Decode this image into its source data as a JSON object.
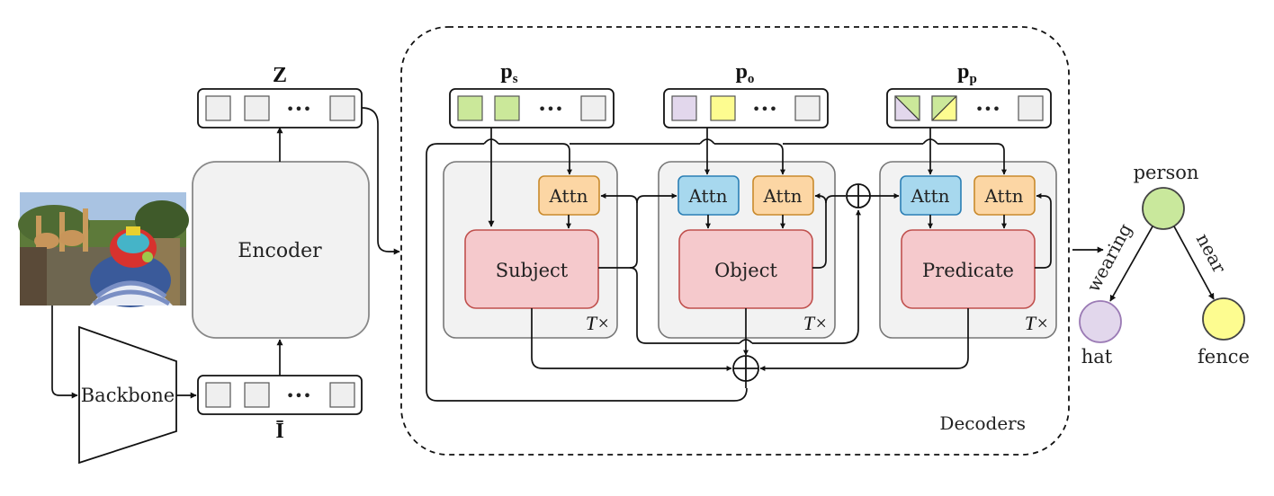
{
  "diagram": {
    "z_label": "Z",
    "i_bar_label": "Ī",
    "encoder_label": "Encoder",
    "backbone_label": "Backbone",
    "decoders_label": "Decoders",
    "queries": {
      "ps": {
        "main": "p",
        "sub": "s"
      },
      "po": {
        "main": "p",
        "sub": "o"
      },
      "pp": {
        "main": "p",
        "sub": "p"
      }
    },
    "ellipsis": "•••",
    "attn_label": "Attn",
    "repeat_label": "T×",
    "decoder_blocks": [
      "Subject",
      "Object",
      "Predicate"
    ],
    "graph": {
      "nodes": [
        "person",
        "hat",
        "fence"
      ],
      "edges": [
        "wearing",
        "near"
      ]
    },
    "colors": {
      "subject_query": "#cbe89a",
      "object_query": "#e2d7ec",
      "object_query_2": "#fdfc90",
      "attn_orange": "#fcd6a4",
      "attn_blue": "#a7d8ee",
      "block_red": "#f5c9cc",
      "node_person": "#c9e89c",
      "node_hat": "#e2d7ec",
      "node_fence": "#fdfc90"
    }
  }
}
